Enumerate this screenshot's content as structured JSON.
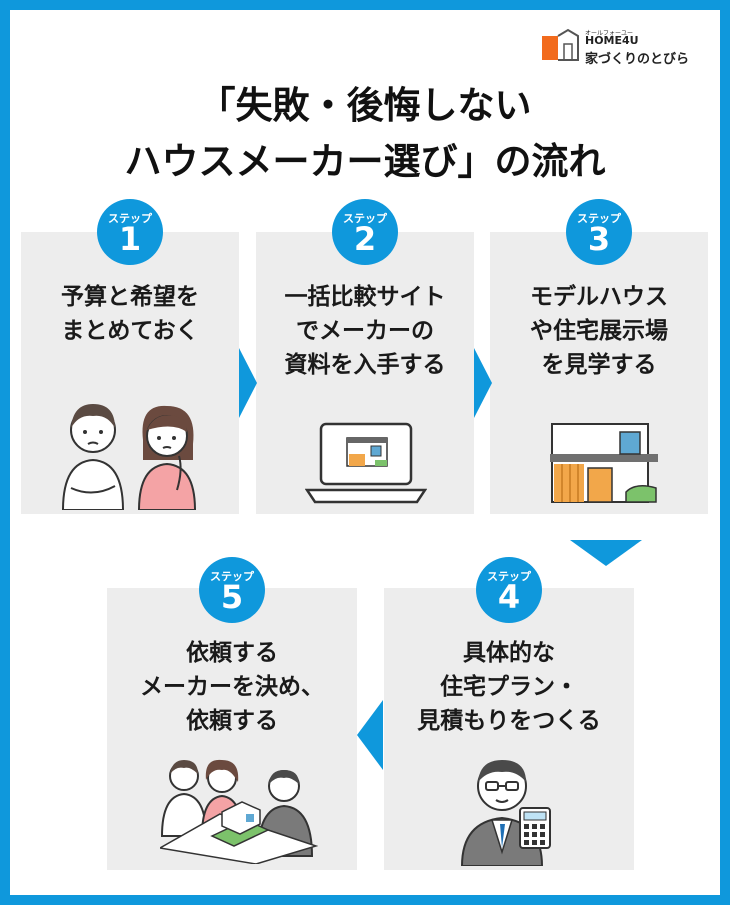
{
  "logo": {
    "small_text": "オールフォーユー",
    "brand": "HOME4U",
    "tagline": "家づくりのとびら"
  },
  "title": {
    "line1": "「失敗・後悔しない",
    "line2": "ハウスメーカー選び」の流れ"
  },
  "colors": {
    "accent": "#0f98dc",
    "panel": "#ededed",
    "text": "#1a1a1a",
    "logo_orange": "#f26b1d"
  },
  "steps": [
    {
      "label": "ステップ",
      "number": "1",
      "lines": [
        "予算と希望を",
        "まとめておく"
      ],
      "icon": "couple-thinking-icon"
    },
    {
      "label": "ステップ",
      "number": "2",
      "lines": [
        "一括比較サイト",
        "でメーカーの",
        "資料を入手する"
      ],
      "icon": "laptop-house-icon"
    },
    {
      "label": "ステップ",
      "number": "3",
      "lines": [
        "モデルハウス",
        "や住宅展示場",
        "を見学する"
      ],
      "icon": "model-house-icon"
    },
    {
      "label": "ステップ",
      "number": "4",
      "lines": [
        "具体的な",
        "住宅プラン・",
        "見積もりをつくる"
      ],
      "icon": "salesman-calculator-icon"
    },
    {
      "label": "ステップ",
      "number": "5",
      "lines": [
        "依頼する",
        "メーカーを決め、",
        "依頼する"
      ],
      "icon": "meeting-icon"
    }
  ]
}
